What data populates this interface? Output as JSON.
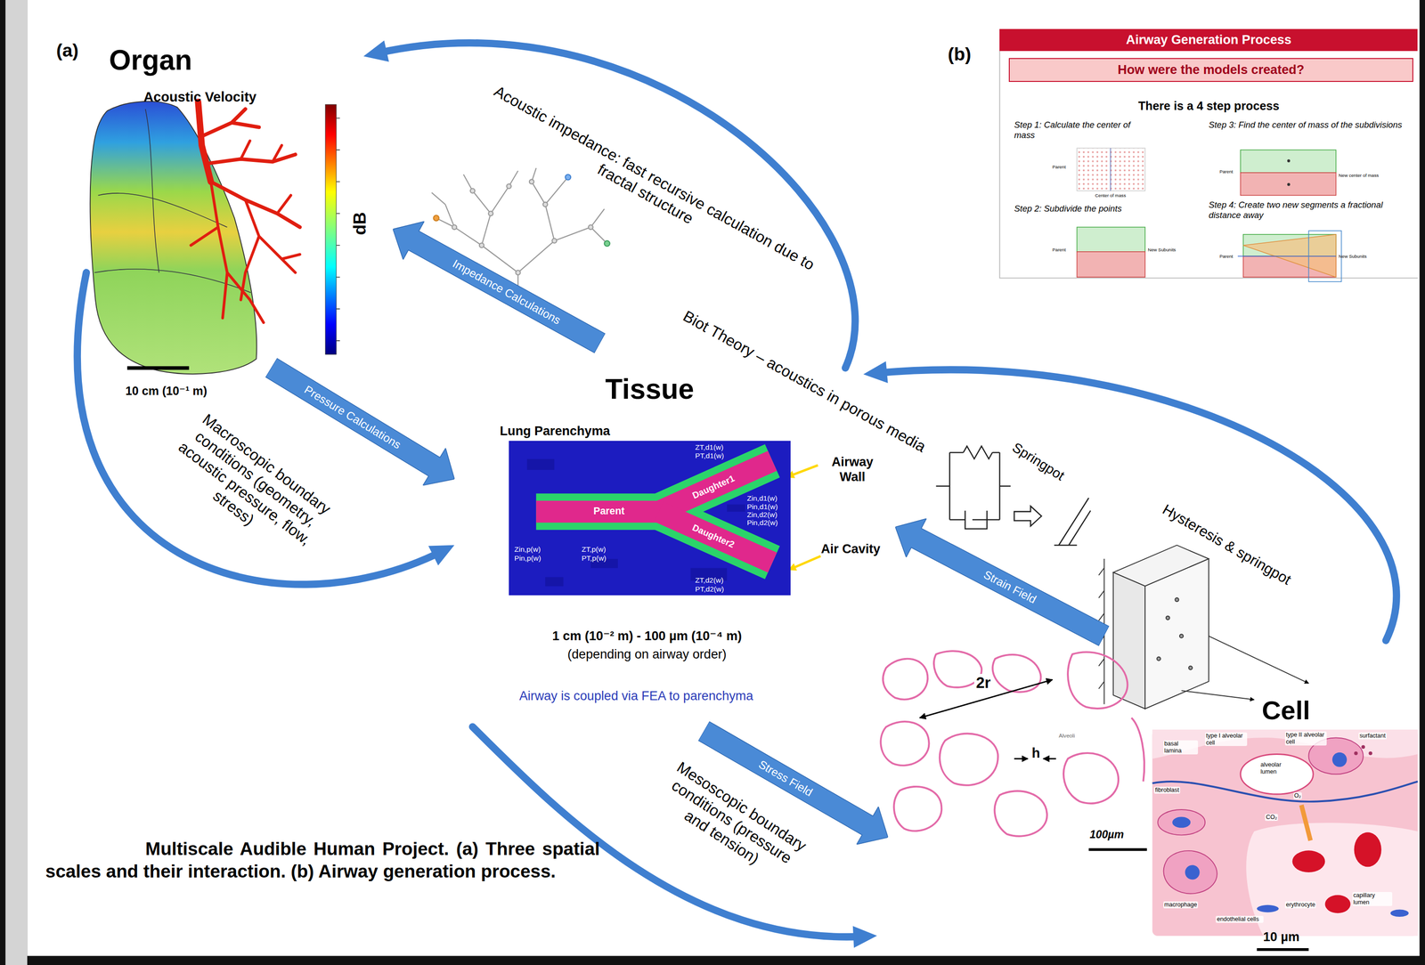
{
  "diagram": {
    "caption": "Multiscale Audible Human Project. (a) Three spatial scales and their interaction. (b) Airway generation process.",
    "nodes": [
      {
        "text": [
          "Organ"
        ]
      },
      {
        "text": [
          "Airway Generation Process"
        ]
      },
      {
        "text": [
          "How were the models created?"
        ]
      },
      {
        "text": [
          "Impedance Calculations"
        ]
      },
      {
        "text": [
          "Pressure Calculations"
        ]
      },
      {
        "text": [
          "Tissue"
        ]
      },
      {
        "text": [
          "Parent",
          "Daughter1",
          "Daughter2"
        ],
        "in": 5
      },
      {
        "text": [
          "Strain Field"
        ]
      },
      {
        "text": [
          "Stress Field"
        ]
      },
      {
        "text": [
          "Cell"
        ]
      }
    ],
    "edges": [
      {
        "from": 5,
        "to": 0,
        "arrow": "to",
        "label": "Acoustic impedance: fast recursive calculation due to fractal structure"
      },
      {
        "from": 0,
        "to": 5,
        "arrow": "to",
        "label": "Macroscopic boundary conditions (geometry, acoustic pressure, flow, stress)"
      },
      {
        "from": 5,
        "to": 9,
        "arrow": "to",
        "label": "Mesoscopic boundary conditions (pressure and tension)"
      },
      {
        "from": 9,
        "to": 5,
        "arrow": "to"
      }
    ],
    "labels": [
      "(a)",
      "Acoustic Velocity",
      "dB",
      "10 cm (10⁻¹ m)",
      "(b)",
      "There is a 4 step process",
      "Step 1: Calculate the center of mass",
      "Step 3: Find the center of mass of the subdivisions",
      "Step 2: Subdivide the points",
      "Step 4: Create two new segments a fractional distance away",
      "Parent",
      "Center of mass",
      "Parent",
      "New center of mass",
      "Parent",
      "New Subunits",
      "Parent",
      "New Subunits",
      "Biot Theory – acoustics in porous media",
      "Lung Parenchyma",
      "ZT,d1(w)",
      "PT,d1(w)",
      "Zin,d1(w)",
      "Pin,d1(w)",
      "Zin,d2(w)",
      "Pin,d2(w)",
      "Zin,p(w)",
      "Pin,p(w)",
      "ZT,p(w)",
      "PT,p(w)",
      "ZT,d2(w)",
      "PT,d2(w)",
      "Airway Wall",
      "Air Cavity",
      "1 cm (10⁻² m) - 100 µm (10⁻⁴ m)",
      "(depending on airway order)",
      "Airway is coupled via FEA to parenchyma",
      "Springpot",
      "Hysteresis & springpot",
      "2r",
      "h",
      "Alveoli",
      "100µm",
      "basal lamina",
      "type I alveolar cell",
      "type II alveolar cell",
      "surfactant",
      "fibroblast",
      "alveolar lumen",
      "O₂",
      "CO₂",
      "macrophage",
      "erythrocyte",
      "capillary lumen",
      "endothelial cells",
      "10 µm"
    ]
  }
}
